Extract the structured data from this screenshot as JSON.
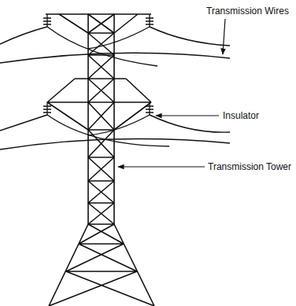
{
  "diagram": {
    "labels": [
      "Transmission Wires",
      "Insulator",
      "Transmission Tower"
    ]
  }
}
